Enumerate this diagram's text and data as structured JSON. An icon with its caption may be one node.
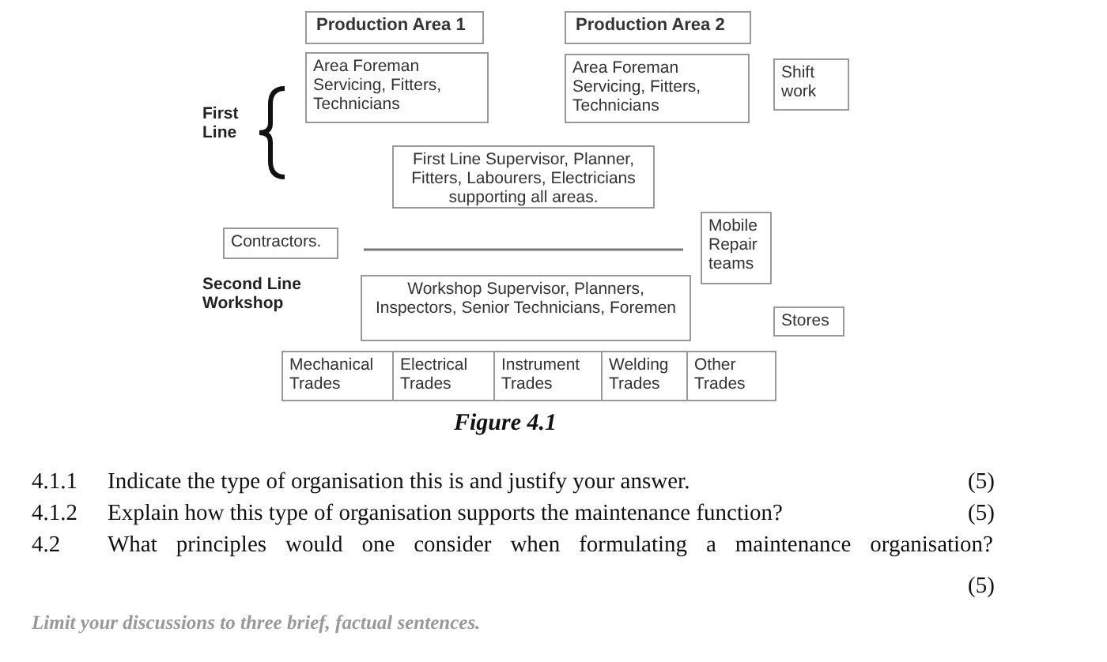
{
  "diagram": {
    "caption": "Figure 4.1",
    "nodes": [
      {
        "text": [
          "Production Area 1"
        ]
      },
      {
        "text": [
          "Production Area 2"
        ]
      },
      {
        "text": [
          "Area Foreman Servicing, Fitters, Technicians"
        ]
      },
      {
        "text": [
          "Area Foreman Servicing, Fitters, Technicians"
        ]
      },
      {
        "text": [
          "Shift work"
        ]
      },
      {
        "text": [
          "First Line Supervisor, Planner, Fitters, Labourers, Electricians supporting all areas."
        ]
      },
      {
        "text": [
          "Contractors."
        ]
      },
      {
        "text": [
          "Mobile Repair teams"
        ]
      },
      {
        "text": [
          "Workshop Supervisor, Planners, Inspectors, Senior Technicians, Foremen"
        ]
      },
      {
        "text": [
          "Stores"
        ]
      },
      {
        "text": [
          "Mechanical Trades"
        ]
      },
      {
        "text": [
          "Electrical Trades"
        ]
      },
      {
        "text": [
          "Instrument Trades"
        ]
      },
      {
        "text": [
          "Welding Trades"
        ]
      },
      {
        "text": [
          "Other Trades"
        ]
      }
    ],
    "labels": [
      "First Line",
      "Second Line Workshop",
      "4.1.1",
      "Indicate the type of organisation this is and justify your answer.",
      "(5)",
      "4.1.2",
      "Explain how this type of organisation supports the maintenance function?",
      "(5)",
      "4.2",
      "What principles would one consider when formulating a maintenance organisation?",
      "(5)",
      "Limit your discussions to three brief, factual sentences."
    ]
  }
}
